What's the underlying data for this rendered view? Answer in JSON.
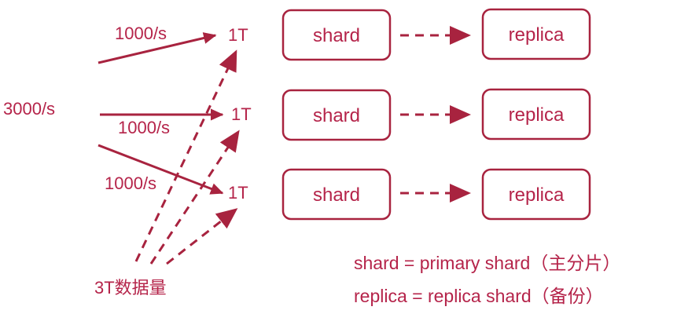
{
  "colors": {
    "accent": "#a8233f",
    "text": "#b5244a",
    "background": "#ffffff"
  },
  "source_rate": "3000/s",
  "input_rates": [
    "1000/s",
    "1000/s",
    "1000/s"
  ],
  "node_sizes": [
    "1T",
    "1T",
    "1T"
  ],
  "total_data": "3T数据量",
  "shards": [
    "shard",
    "shard",
    "shard"
  ],
  "replicas": [
    "replica",
    "replica",
    "replica"
  ],
  "legend": {
    "shard_line": "shard = primary shard（主分片）",
    "replica_line": "replica = replica shard（备份）"
  }
}
